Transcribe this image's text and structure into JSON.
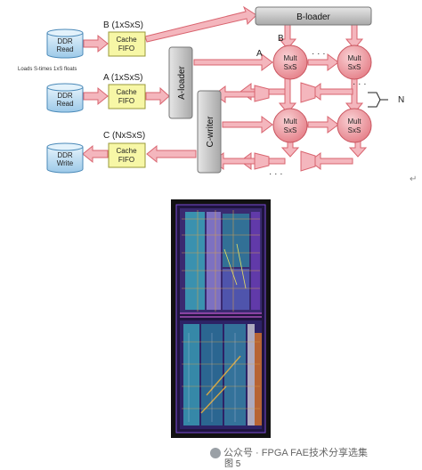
{
  "diagram": {
    "ddr_reads": [
      "DDR\nRead",
      "DDR\nRead"
    ],
    "ddr_read_label": "DDR",
    "ddr_read_sub": "Read",
    "ddr_write_label": "DDR",
    "ddr_write_sub": "Write",
    "loads_note": "Loads S-times 1xS floats",
    "fifo_top": "Cache",
    "fifo_bottom": "FIFO",
    "label_b": "B (1xSxS)",
    "label_a": "A (1xSxS)",
    "label_c": "C (NxSxS)",
    "b_loader": "B-loader",
    "a_loader": "A-loader",
    "c_writer": "C-writer",
    "mult_top": "Mult",
    "mult_bottom": "SxS",
    "arrow_a": "A",
    "arrow_b": "B",
    "ellipsis": "· · ·",
    "n_label": "N"
  },
  "figure": {
    "caption": "图 5",
    "watermark": "公众号 · FPGA FAE技术分享选集",
    "colors": {
      "arrow_fill": "#f4b6bd",
      "arrow_stroke": "#d9646f",
      "ddr_fill": "#c7e3f4",
      "ddr_stroke": "#4a89b8",
      "fifo_fill": "#f7f7a6",
      "fifo_stroke": "#9a9a3a",
      "loader_fill": "#d0d0d0",
      "mult_fill": "#f3a9ae"
    }
  }
}
